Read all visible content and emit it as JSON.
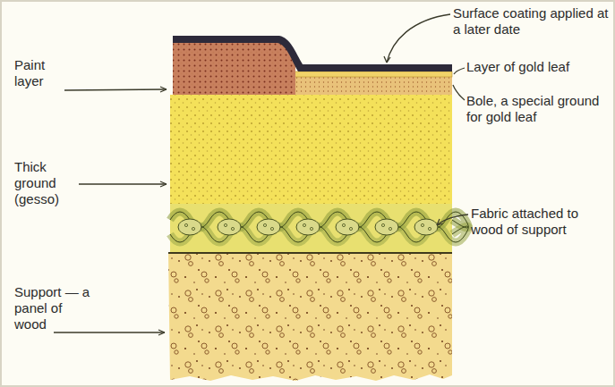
{
  "diagram": {
    "labels": [
      "Paint layer",
      "Thick ground (gesso)",
      "Support — a panel of wood",
      "Surface coating applied at a later date",
      "Layer of gold leaf",
      "Bole, a special ground for gold leaf",
      "Fabric attached to wood of support"
    ]
  }
}
